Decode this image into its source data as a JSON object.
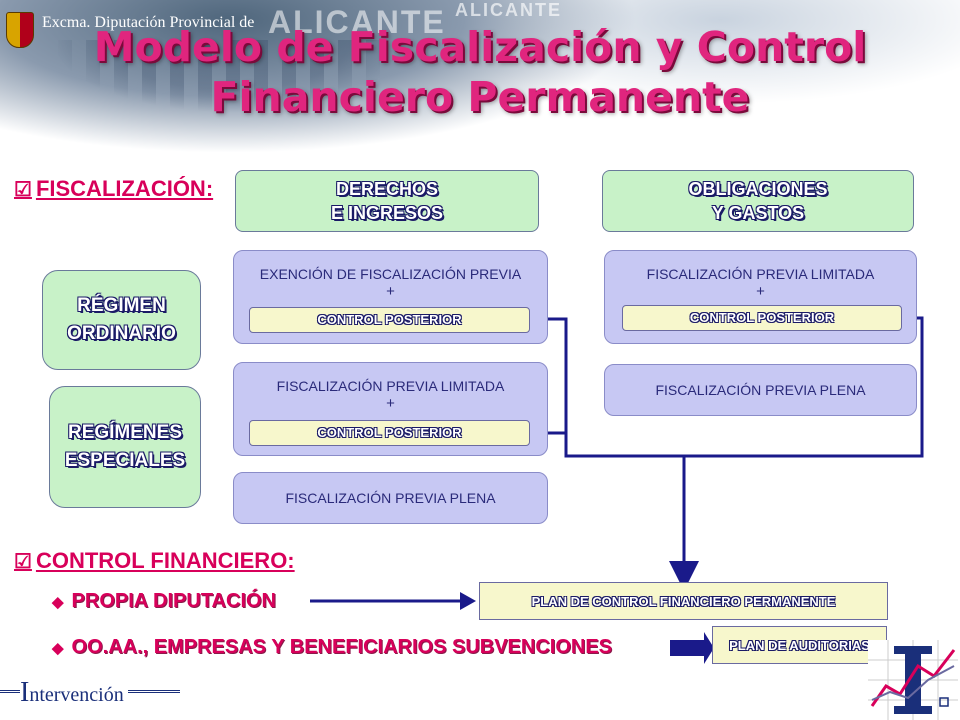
{
  "banner": {
    "org_name": "Excma. Diputación Provincial de",
    "watermark_big": "ALICANTE",
    "watermark_small": "ALICANTE"
  },
  "title": {
    "line1": "Modelo de Fiscalización y Control",
    "line2": "Financiero Permanente"
  },
  "fiscalizacion": {
    "heading": "FISCALIZACIÓN:",
    "columns": {
      "derechos": {
        "line1": "DERECHOS",
        "line2": "E INGRESOS"
      },
      "obligaciones": {
        "line1": "OBLIGACIONES",
        "line2": "Y GASTOS"
      }
    },
    "regimes": {
      "ordinario": {
        "line1": "RÉGIMEN",
        "line2": "ORDINARIO"
      },
      "especiales": {
        "line1": "REGÍMENES",
        "line2": "ESPECIALES"
      }
    },
    "boxes": {
      "exencion": "EXENCIÓN DE FISCALIZACIÓN PREVIA",
      "previa_limitada": "FISCALIZACIÓN PREVIA LIMITADA",
      "previa_plena": "FISCALIZACIÓN PREVIA PLENA",
      "plus": "+",
      "control_posterior": "CONTROL POSTERIOR"
    }
  },
  "control_financiero": {
    "heading": "CONTROL FINANCIERO:",
    "bullets": [
      "PROPIA DIPUTACIÓN",
      "OO.AA., EMPRESAS Y BENEFICIARIOS SUBVENCIONES"
    ],
    "plans": {
      "permanente": "PLAN DE CONTROL FINANCIERO PERMANENTE",
      "auditorias": "PLAN DE AUDITORIAS"
    }
  },
  "footer": {
    "initial": "I",
    "rest": "ntervención"
  },
  "colors": {
    "title": "#e0257e",
    "heading": "#d8005a",
    "connector": "#1a1a8a",
    "green_box": "#c8f2c8",
    "lavender_box": "#c7c8f3",
    "yellow_box": "#f7f7cc"
  }
}
